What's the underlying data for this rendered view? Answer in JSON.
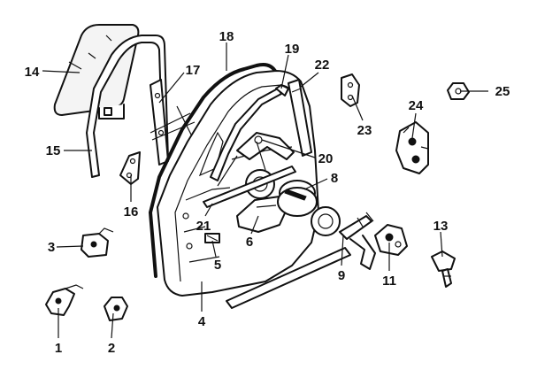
{
  "callouts": [
    {
      "id": "1",
      "label": "1"
    },
    {
      "id": "2",
      "label": "2"
    },
    {
      "id": "3",
      "label": "3"
    },
    {
      "id": "4",
      "label": "4"
    },
    {
      "id": "5",
      "label": "5"
    },
    {
      "id": "6",
      "label": "6"
    },
    {
      "id": "8",
      "label": "8"
    },
    {
      "id": "9",
      "label": "9"
    },
    {
      "id": "11",
      "label": "11"
    },
    {
      "id": "13",
      "label": "13"
    },
    {
      "id": "14",
      "label": "14"
    },
    {
      "id": "15",
      "label": "15"
    },
    {
      "id": "16",
      "label": "16"
    },
    {
      "id": "17",
      "label": "17"
    },
    {
      "id": "18",
      "label": "18"
    },
    {
      "id": "19",
      "label": "19"
    },
    {
      "id": "20",
      "label": "20"
    },
    {
      "id": "21",
      "label": "21"
    },
    {
      "id": "22",
      "label": "22"
    },
    {
      "id": "23",
      "label": "23"
    },
    {
      "id": "24",
      "label": "24"
    },
    {
      "id": "25",
      "label": "25"
    }
  ]
}
